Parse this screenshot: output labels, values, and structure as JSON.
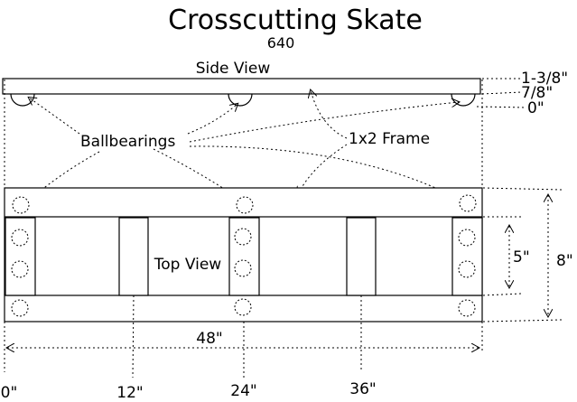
{
  "title": "Crosscutting Skate",
  "subtitle": "640",
  "side_view": {
    "label": "Side View",
    "height_labels": [
      "1-3/8\"",
      "7/8\"",
      "0\""
    ]
  },
  "callouts": {
    "ballbearings": "Ballbearings",
    "frame": "1x2 Frame"
  },
  "top_view": {
    "label": "Top View",
    "dim_inner": "5\"",
    "dim_outer": "8\"",
    "dim_length": "48\""
  },
  "x_ticks": [
    "0\"",
    "12\"",
    "24\"",
    "36\""
  ]
}
